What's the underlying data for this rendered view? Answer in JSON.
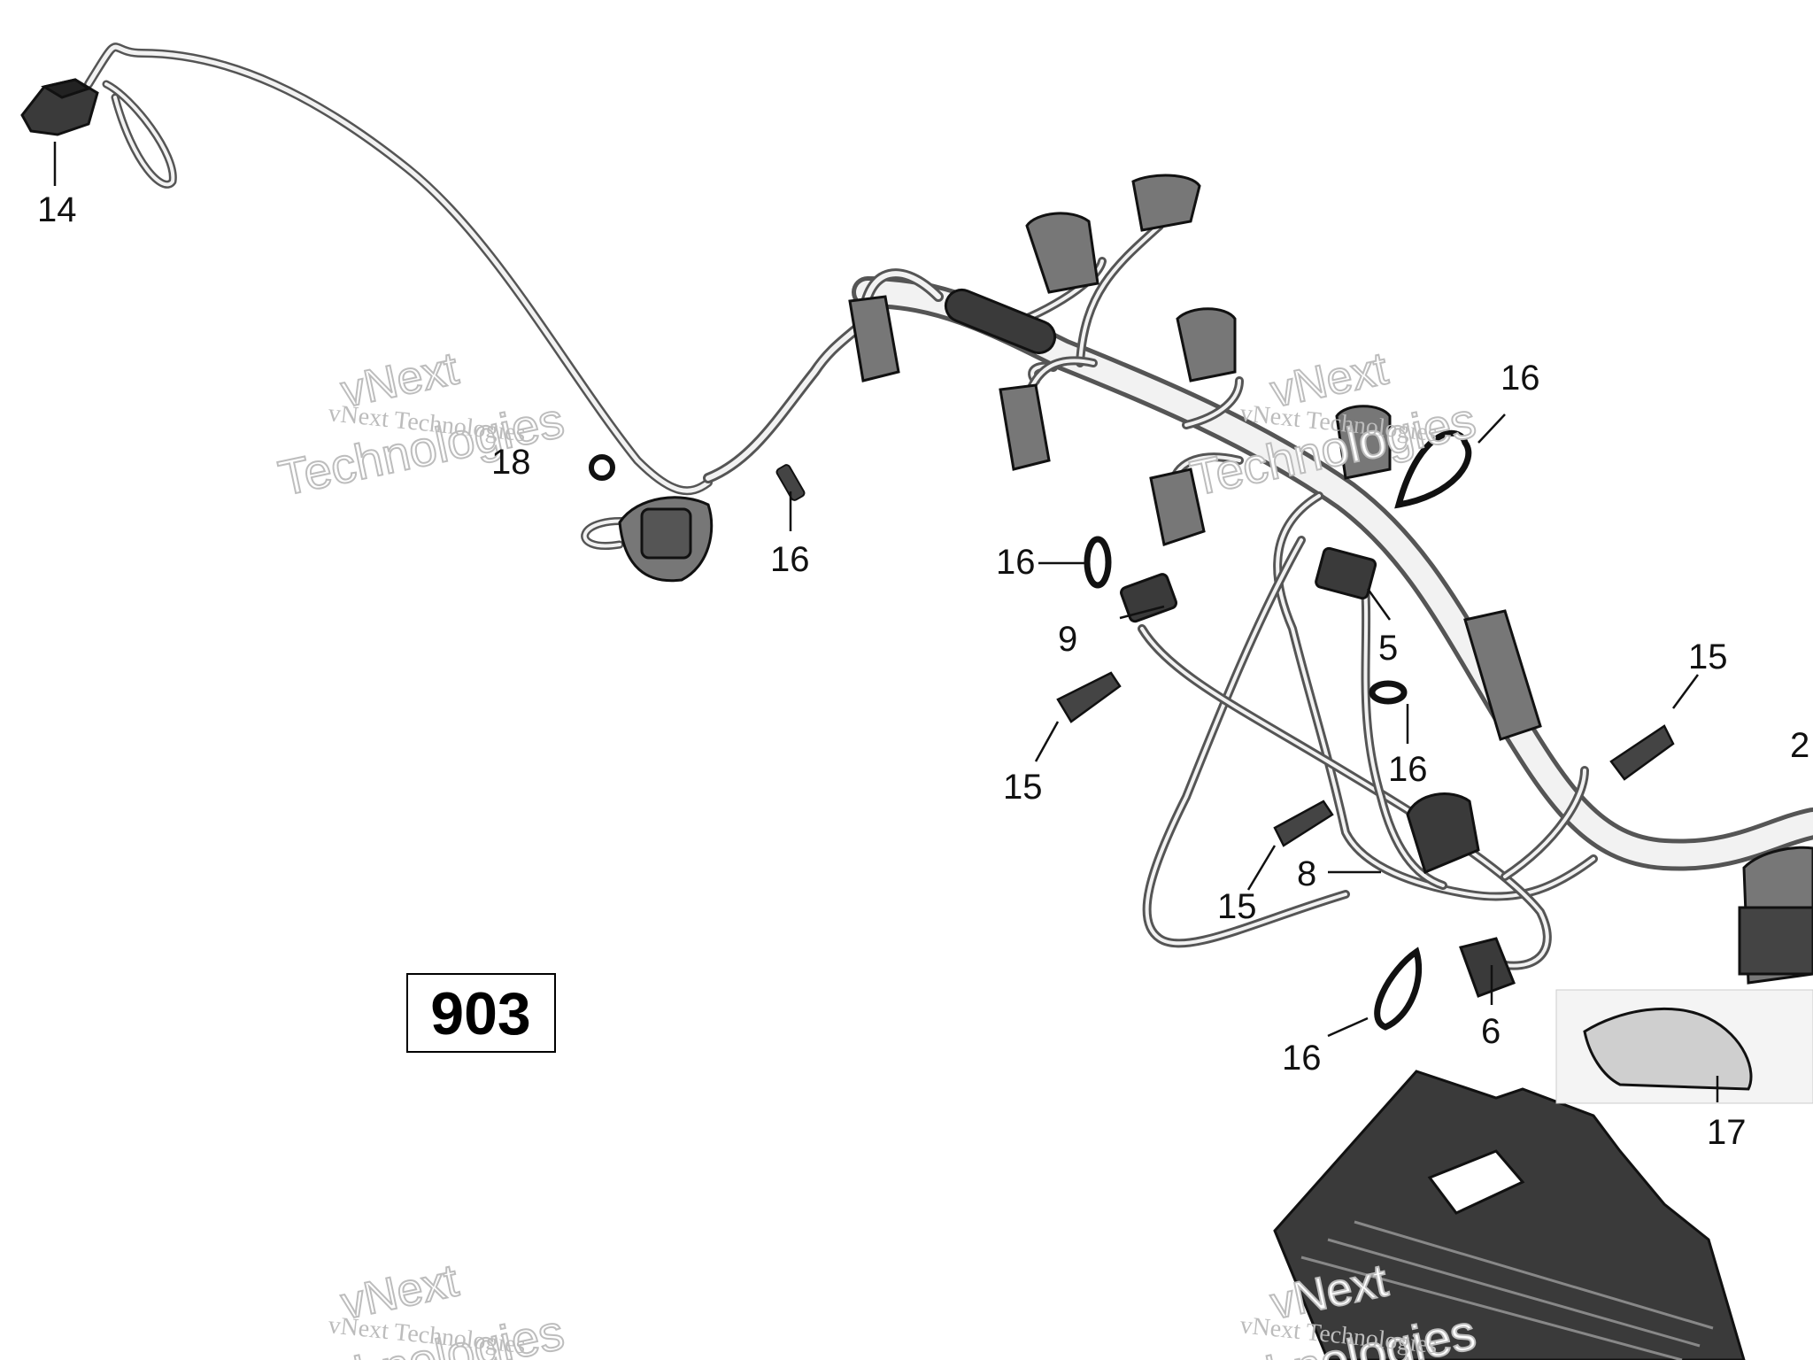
{
  "diagram_code": "903",
  "callouts": {
    "c14": "14",
    "c18": "18",
    "c16a": "16",
    "c16b": "16",
    "c16c": "16",
    "c16d": "16",
    "c16e": "16",
    "c9": "9",
    "c5": "5",
    "c15a": "15",
    "c15b": "15",
    "c15c": "15",
    "c2": "2",
    "c8": "8",
    "c6": "6",
    "c17": "17"
  },
  "watermark": {
    "line_small": "vNext Technologies",
    "line_big_1": "vNext",
    "line_big_2": "Technologies"
  }
}
